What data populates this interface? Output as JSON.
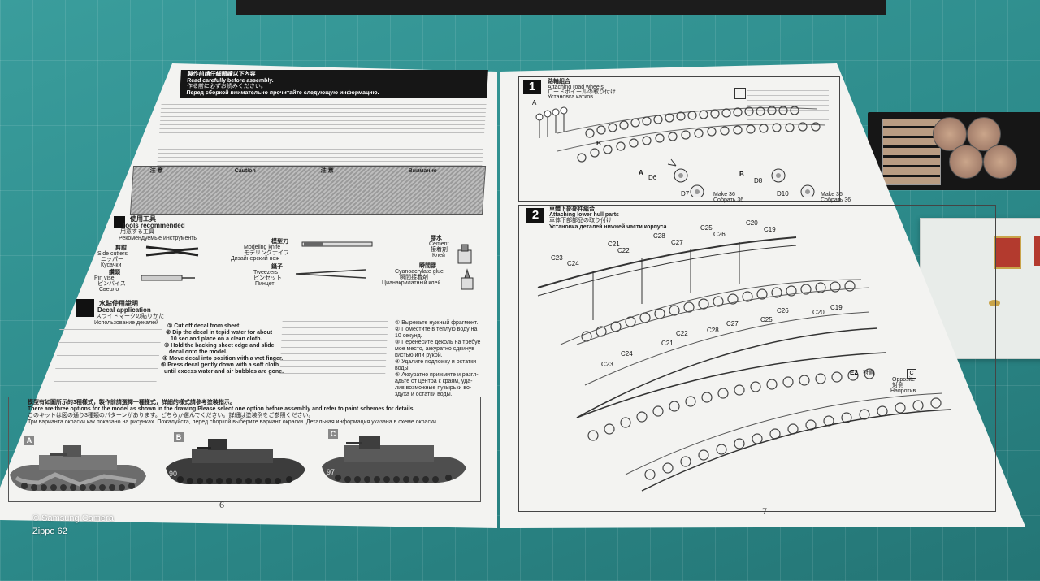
{
  "watermark": {
    "line1": "Samsung Camera",
    "line2": "Zippo 62"
  },
  "left_page": {
    "header_cn": "製作前請仔細閱讀以下內容",
    "header_en": "Read carefully before assembly.",
    "header_jp": "作る前に必ずお読みください。",
    "header_ru": "Перед сборкой внимательно прочитайте следующую информацию.",
    "caution_labels": [
      "注 意",
      "Caution",
      "注 意",
      "Внимание"
    ],
    "tools_title_cn": "使用工具",
    "tools_title_en": "Tools recommended",
    "tools_title_jp": "用意する工具",
    "tools_title_ru": "Рекомендуемые инструменты",
    "tools": [
      {
        "cn": "剪鉗",
        "en": "Side cutters",
        "jp": "ニッパー",
        "ru": "Кусачки"
      },
      {
        "cn": "模型刀",
        "en": "Modeling knife",
        "jp": "モデリングナイフ",
        "ru": "Дизайнерский нож"
      },
      {
        "cn": "膠水",
        "en": "Cement",
        "jp": "接着剤",
        "ru": "Клей"
      },
      {
        "cn": "鑽頭",
        "en": "Pin vise",
        "jp": "ピンバイス",
        "ru": "Сверло"
      },
      {
        "cn": "鑷子",
        "en": "Tweezers",
        "jp": "ピンセット",
        "ru": "Пинцет"
      },
      {
        "cn": "瞬間膠",
        "en": "Cyanoacrylate glue",
        "jp": "瞬間接着剤",
        "ru": "Цианакрилатный клей"
      }
    ],
    "decal_title_cn": "水貼使用說明",
    "decal_title_en": "Decal application",
    "decal_title_jp": "スライドマークの貼りかた",
    "decal_title_ru": "Использование декалей",
    "decal_steps_en": [
      "① Cut off decal from sheet.",
      "② Dip the decal in tepid water for about",
      "10 sec and place on a clean cloth.",
      "③ Hold the backing sheet edge and slide",
      "decal onto the model.",
      "④ Move decal into position with a wet finger.",
      "⑤ Press decal gently down with a soft cloth",
      "until excess water and air bubbles are gone."
    ],
    "decal_steps_ru": [
      "① Вырежьте нужный фрагмент.",
      "② Поместите в теплую воду на",
      "10 секунд.",
      "③ Перенесите деколь на требуе",
      "мое место, аккуратно сдвинув",
      "кистью или рукой.",
      "④ Удалите подложку и остатки",
      "воды.",
      "⑤ Аккуратно прижмите и разгл-",
      "адьте от центра к краям, уда-",
      "лив возможные пузырьки во-",
      "здуха и остатки воды."
    ],
    "scheme_cn": "模型有如圖所示的3種樣式，製作前請選擇一種樣式，詳細的樣式請參考塗裝指示。",
    "scheme_en": "There are three options for the model as shown in the drawing.Please select one option before assembly and refer to paint schemes for details.",
    "scheme_jp": "このキットは図の通り3種類のパターンがあります。どちらか選んでください。詳細は塗装例をご参照ください。",
    "scheme_ru": "Три варианта окраски как показано на рисунках. Пожалуйста, перед сборкой выберите вариант окраски. Детальная информация указана в схеме окраски.",
    "variants": [
      "A",
      "B",
      "C"
    ],
    "tank_numbers": [
      "90",
      "97"
    ],
    "page_number": "6"
  },
  "right_page": {
    "step1_number": "1",
    "step1_cn": "路輪組合",
    "step1_en": "Attaching road wheels",
    "step1_jp": "ロードホイールの取り付け",
    "step1_ru": "Установка катков",
    "step1_labels": [
      "A",
      "B",
      "A",
      "B",
      "D6",
      "D7",
      "D8",
      "D10"
    ],
    "step1_make": [
      "Make 36",
      "Make 36"
    ],
    "step1_ru_make": [
      "Собрать 36",
      "Собрать 36"
    ],
    "step2_number": "2",
    "step2_cn": "車體下部部件組合",
    "step2_en": "Attaching lower hull parts",
    "step2_jp": "車体下部部品の取り付け",
    "step2_ru": "Установка деталей нижней части корпуса",
    "part_labels_top": [
      "C25",
      "C20",
      "C19",
      "C26",
      "C28",
      "C27",
      "C21",
      "C22",
      "C23",
      "C24"
    ],
    "part_labels_mid": [
      "C26",
      "C20",
      "C19",
      "C25",
      "C27",
      "C28",
      "C22",
      "C21",
      "C24",
      "C23"
    ],
    "opposite": {
      "code": "E2",
      "cn": "對側",
      "en": "Opposite",
      "jp": "対側",
      "ru": "Напротив",
      "ref": "C"
    },
    "page_number": "7"
  }
}
